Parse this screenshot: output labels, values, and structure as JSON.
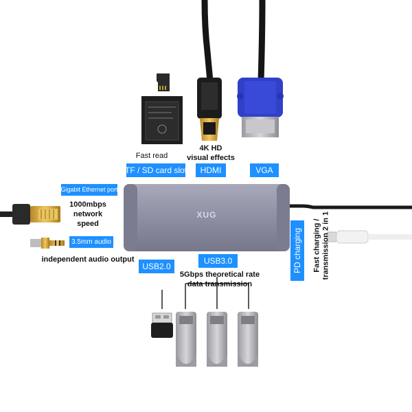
{
  "product": {
    "brand_logo": "XUG"
  },
  "ports": {
    "sd_card": {
      "note": "Fast read",
      "label": "TF / SD card slot"
    },
    "hdmi": {
      "note_line1": "4K HD",
      "note_line2": "visual effects",
      "label": "HDMI"
    },
    "vga": {
      "label": "VGA"
    },
    "ethernet": {
      "label": "Gigabit Ethernet port",
      "note_line1": "1000mbps",
      "note_line2": "network",
      "note_line3": "speed"
    },
    "audio": {
      "label": "3.5mm audio",
      "note": "independent audio output"
    },
    "usb2": {
      "label": "USB2.0"
    },
    "usb3": {
      "label": "USB3.0",
      "note_line1": "5Gbps theoretical rate",
      "note_line2": "data transmission"
    },
    "pd": {
      "label": "PD charging",
      "note_line1": "Fast charging /",
      "note_line2": "transmission 2 in 1"
    }
  },
  "colors": {
    "accent_label": "#1e90ff",
    "hub_body": "#8e8fa3",
    "vga_connector": "#3040c8",
    "cable": "#1a1a1a"
  }
}
